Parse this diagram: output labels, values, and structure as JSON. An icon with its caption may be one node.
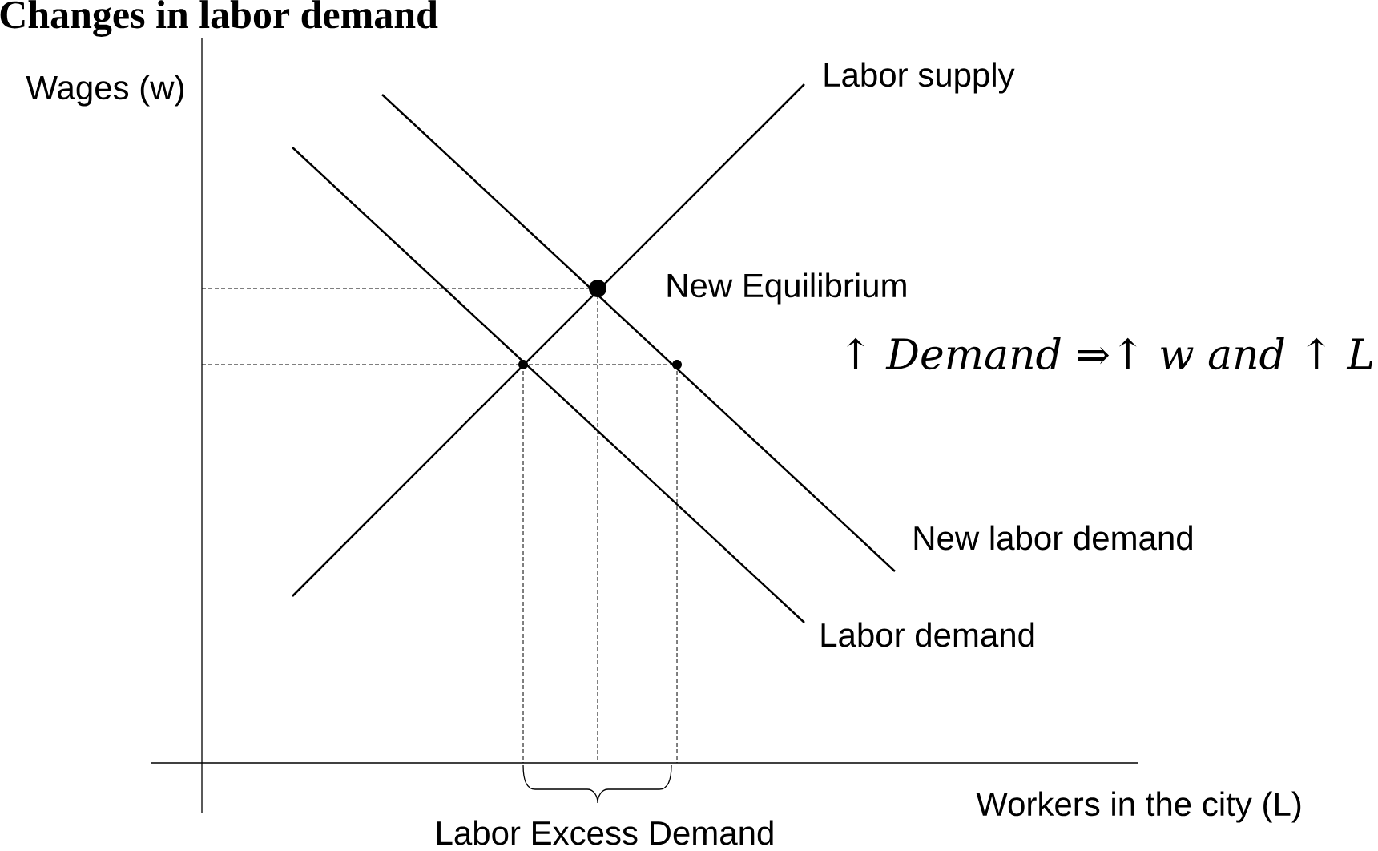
{
  "diagram": {
    "title": "Changes in labor demand",
    "labels": [
      "Wages (w)",
      "Labor supply",
      "New Equilibrium",
      "↑ Demand ⇒↑ w and ↑ L",
      "New labor demand",
      "Labor demand",
      "Workers in the city (L)",
      "Labor Excess Demand"
    ]
  }
}
